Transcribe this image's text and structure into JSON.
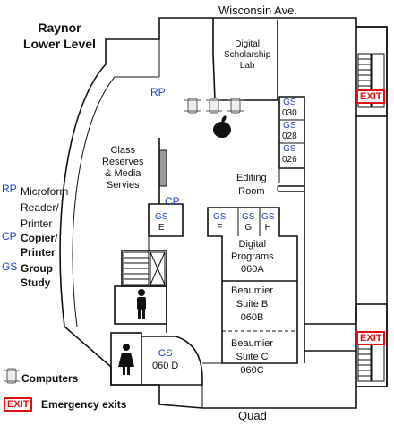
{
  "title": [
    "Raynor",
    "Lower Level"
  ],
  "streets": {
    "top": "Wisconsin Ave.",
    "bottom": "Quad"
  },
  "colors": {
    "exit": "#dd1111",
    "code": "#1f3fbf",
    "wall": "#111111"
  },
  "rooms": {
    "digital_scholarship": [
      "Digital",
      "Scholarship",
      "Lab"
    ],
    "class_reserves": [
      "Class",
      "Reserves",
      "& Media",
      "Servies"
    ],
    "editing": [
      "Editing",
      "Room"
    ],
    "digital_programs": [
      "Digital",
      "Programs",
      "060A"
    ],
    "suite_b": [
      "Beaumier",
      "Suite B",
      "060B"
    ],
    "suite_c": [
      "Beaumier",
      "Suite C",
      "060C"
    ],
    "gs_030": [
      "GS",
      "030"
    ],
    "gs_028": [
      "GS",
      "028"
    ],
    "gs_026": [
      "GS",
      "026"
    ],
    "gs_e": [
      "GS",
      "E"
    ],
    "gs_f": [
      "GS",
      "F"
    ],
    "gs_g": [
      "GS",
      "G"
    ],
    "gs_h": [
      "GS",
      "H"
    ],
    "gs_060d": [
      "GS",
      "060 D"
    ]
  },
  "markers": {
    "rp": "RP",
    "cp": "CP"
  },
  "exits": [
    "EXIT",
    "EXIT"
  ],
  "legend": {
    "rp": {
      "code": "RP",
      "label": [
        "Microform",
        "Reader/",
        "Printer"
      ]
    },
    "cp": {
      "code": "CP",
      "label": [
        "Copier/",
        "Printer"
      ]
    },
    "gs": {
      "code": "GS",
      "label": [
        "Group",
        "Study"
      ]
    },
    "computers": "Computers",
    "exit_badge": "EXIT",
    "exits": "Emergency exits"
  },
  "icons": [
    "computer-terminal-icon",
    "apple-logo-icon",
    "elevator-person-icon",
    "restroom-woman-icon",
    "stairs-icon"
  ]
}
